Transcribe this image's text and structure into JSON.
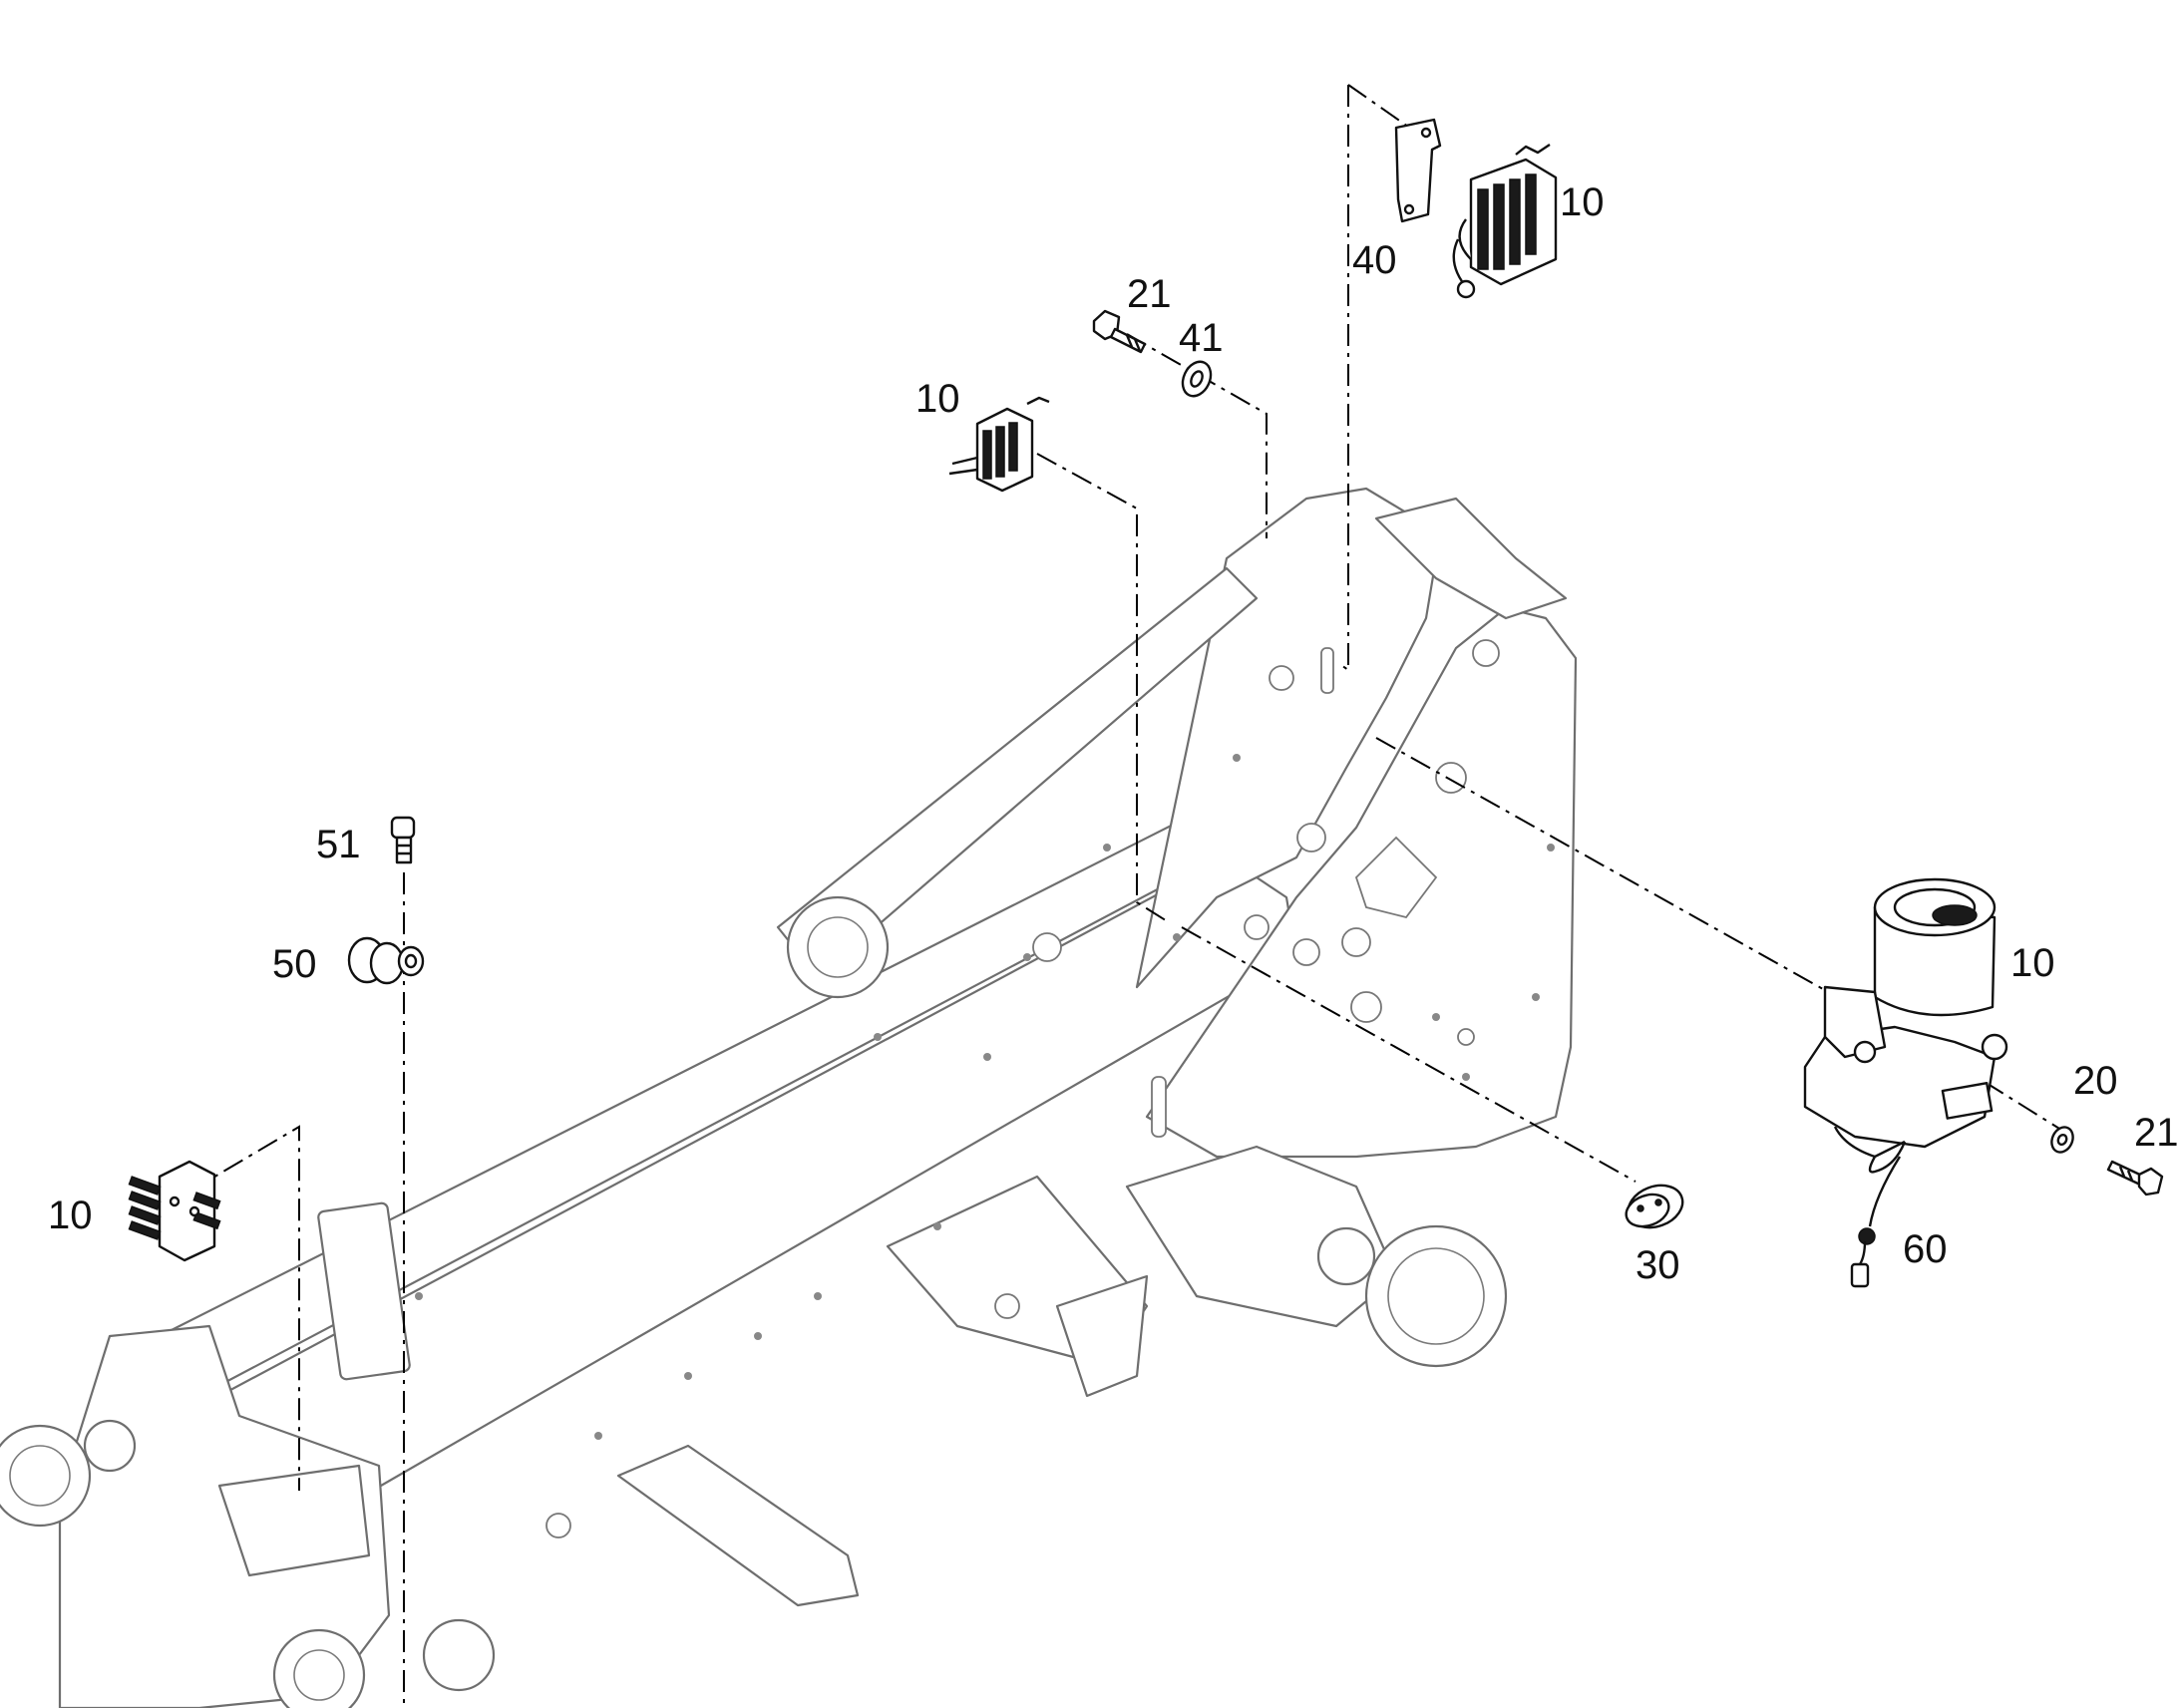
{
  "callouts": {
    "c10_top": "10",
    "c40": "40",
    "c21_top": "21",
    "c41": "41",
    "c10_mid": "10",
    "c51": "51",
    "c50": "50",
    "c10_left": "10",
    "c10_right": "10",
    "c20": "20",
    "c21_right": "21",
    "c30": "30",
    "c60": "60"
  }
}
